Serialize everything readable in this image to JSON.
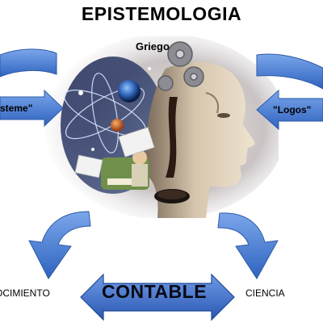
{
  "title": "EPISTEMOLOGIA",
  "center_label": "Griego",
  "left_term": "steme\"",
  "right_term": "\"Logos\"",
  "bottom_left": "OCIMIENTO",
  "bottom_right": "CIENCIA",
  "bottom_center": "CONTABLE",
  "colors": {
    "arrow_fill": "#4a7fd0",
    "arrow_edge": "#2d5aa8",
    "banner_fill": "#3b6fd0"
  },
  "icons": [
    "collage-illustration",
    "head-profile",
    "gears",
    "planet-earth",
    "atom-orbits",
    "scholar-figure",
    "ink-pot"
  ]
}
